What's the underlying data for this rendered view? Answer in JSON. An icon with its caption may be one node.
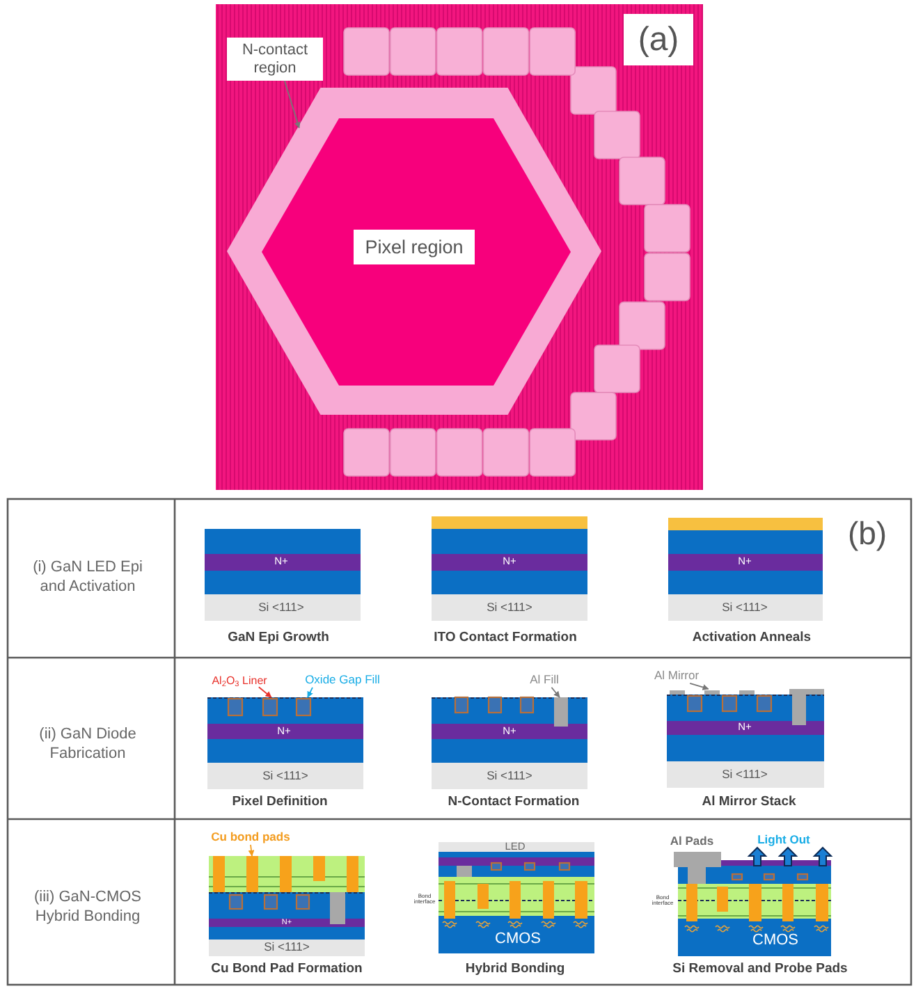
{
  "diagram": {
    "nodes": [
      {
        "text": [
          "N-contact region"
        ]
      },
      {
        "text": [],
        "shape": "hexagon"
      },
      {
        "text": [
          "Pixel region"
        ],
        "in": 1
      },
      {
        "text": [
          "N+",
          "Si <111>"
        ],
        "beside": [
          "GaN Epi Growth"
        ]
      },
      {
        "text": [
          "N+",
          "Si <111>"
        ],
        "beside": [
          "ITO Contact Formation"
        ]
      },
      {
        "text": [
          "N+",
          "Si <111>"
        ],
        "beside": [
          "Activation Anneals"
        ]
      },
      {
        "text": [
          "Al$_{2}$O$_{3}$ Liner"
        ]
      },
      {
        "text": [
          "Oxide Gap Fill"
        ]
      },
      {
        "text": [
          "N+",
          "Si <111>"
        ],
        "beside": [
          "Pixel Definition"
        ]
      },
      {
        "text": [
          "Al Fill"
        ]
      },
      {
        "text": [
          "N+",
          "Si <111>"
        ],
        "beside": [
          "N-Contact Formation"
        ]
      },
      {
        "text": [
          "Al Mirror"
        ]
      },
      {
        "text": [
          "N+",
          "Si <111>"
        ],
        "beside": [
          "Al Mirror Stack"
        ]
      },
      {
        "text": [
          "Cu bond pads"
        ]
      },
      {
        "text": [
          "N+",
          "Si <111>"
        ],
        "beside": [
          "Cu Bond Pad Formation"
        ]
      },
      {
        "text": [
          "LED",
          "CMOS"
        ],
        "beside": [
          "Bond interface",
          "Hybrid Bonding"
        ]
      },
      {
        "text": [
          "CMOS"
        ],
        "beside": [
          "Al Pads",
          "Light Out",
          "Bond interface",
          "Si Removal and Probe Pads"
        ]
      }
    ],
    "edges": [
      {
        "from": 0,
        "to": 1,
        "arrow": "to"
      },
      {
        "from": 6,
        "to": 8,
        "arrow": "to",
        "color": "#e8322c"
      },
      {
        "from": 7,
        "to": 8,
        "arrow": "to",
        "color": "#19ade6"
      },
      {
        "from": 9,
        "to": 10,
        "arrow": "to"
      },
      {
        "from": 11,
        "to": 12,
        "arrow": "to"
      },
      {
        "from": 13,
        "to": 14,
        "arrow": "to",
        "color": "#f39c1f"
      }
    ],
    "labels": [
      "(a)",
      "(i) GaN LED Epi and Activation",
      "(b)",
      "(ii) GaN Diode Fabrication",
      "(iii) GaN-CMOS Hybrid Bonding"
    ]
  }
}
